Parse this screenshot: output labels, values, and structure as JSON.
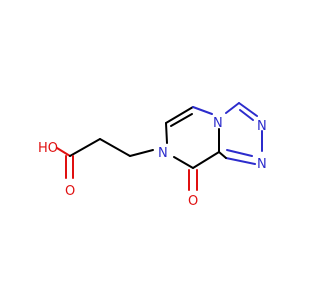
{
  "molecule": {
    "atoms": {
      "ho": {
        "text": "HO",
        "color": "#e01010"
      },
      "o_carbonyl_acid": {
        "text": "O",
        "color": "#e01010"
      },
      "o_ketone": {
        "text": "O",
        "color": "#e01010"
      },
      "n_ring_pyrazinone": {
        "text": "N",
        "color": "#2c2ccc"
      },
      "n_bridge": {
        "text": "N",
        "color": "#2c2ccc"
      },
      "n_triazole_top": {
        "text": "N",
        "color": "#2c2ccc"
      },
      "n_triazole_bottom": {
        "text": "N",
        "color": "#2c2ccc"
      }
    }
  }
}
